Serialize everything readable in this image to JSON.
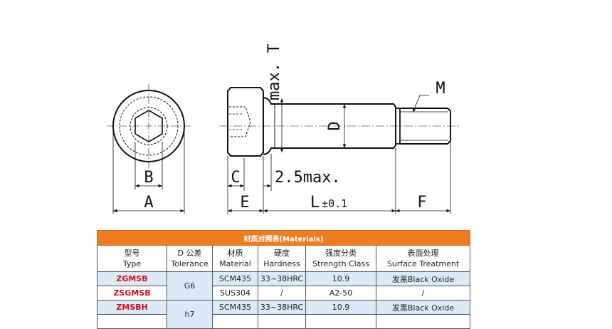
{
  "drawing": {
    "labels": {
      "a": "A",
      "b": "B",
      "c": "C",
      "e": "E",
      "d": "D",
      "f": "F",
      "m": "M",
      "l": "L",
      "l_tol": "±0.1",
      "max_t": "max. T",
      "max_25": "2.5max."
    }
  },
  "table": {
    "caption": "材质对照表(Materials)",
    "headers": [
      {
        "zh": "型号",
        "en": "Type"
      },
      {
        "zh": "D 公差",
        "en": "Tolerance"
      },
      {
        "zh": "材质",
        "en": "Material"
      },
      {
        "zh": "硬度",
        "en": "Hardness"
      },
      {
        "zh": "强度分类",
        "en": "Strength Class"
      },
      {
        "zh": "表面处理",
        "en": "Surface Treatment"
      }
    ],
    "rows": [
      {
        "type": "ZGMSB",
        "material": "SCM435",
        "hardness": "33~38HRC",
        "strength": "10.9",
        "surface": "发黑Black Oxide"
      },
      {
        "type": "ZSGMSB",
        "material": "SUS304",
        "hardness": "/",
        "strength": "A2-50",
        "surface": "/"
      },
      {
        "type": "ZMSBH",
        "material": "SCM435",
        "hardness": "33~38HRC",
        "strength": "10.9",
        "surface": "发黑Black Oxide"
      }
    ],
    "tolerances": [
      "G6",
      "h7"
    ],
    "colors": {
      "caption_bg": "#f07d22",
      "row_blue": "#dbeaf6",
      "model_red": "#d0121b"
    }
  }
}
